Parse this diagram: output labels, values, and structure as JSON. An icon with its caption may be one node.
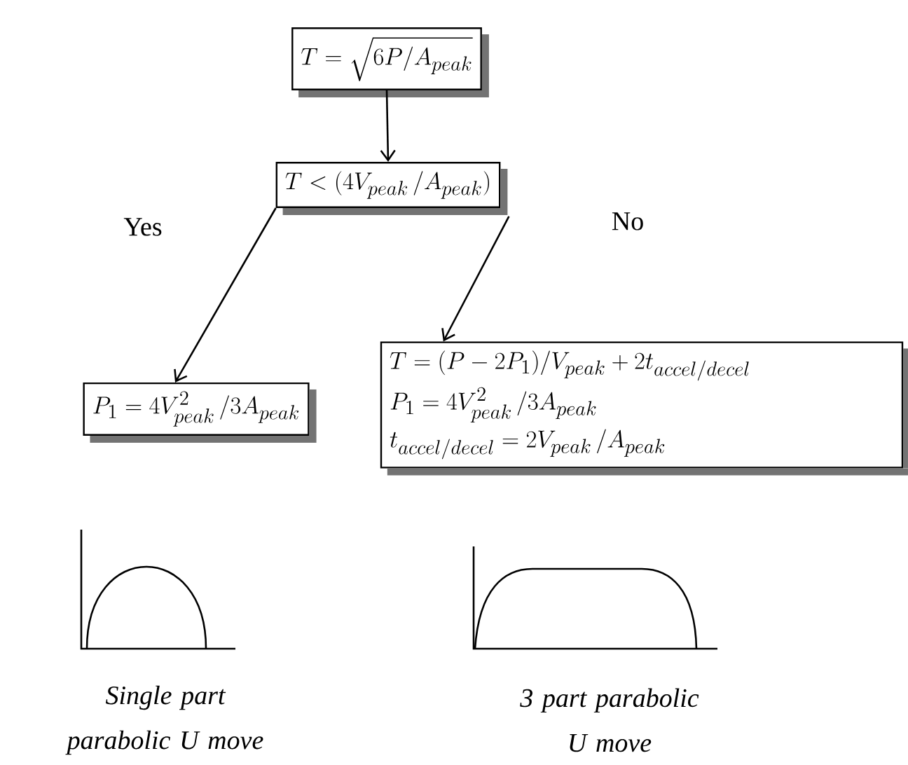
{
  "diagram": {
    "nodes": [
      {
        "text": [
          "T = \\sqrt{6P/A_{peak}}"
        ]
      },
      {
        "text": [
          "T < (4V_{peak}\\,/A_{peak})"
        ]
      },
      {
        "text": [
          "P_{1} = 4V_{peak}^{2}\\,/3A_{peak}"
        ]
      },
      {
        "text": [
          "T = (P - 2P_{1})/V_{peak} + 2t_{accel/decel}",
          "P_{1} = 4V_{peak}^{2}\\,/3A_{peak}",
          "t_{accel/decel} = 2V_{peak}\\,/A_{peak}"
        ]
      }
    ],
    "edges": [
      {
        "from": 0,
        "to": 1,
        "arrow": "to"
      },
      {
        "from": 1,
        "to": 2,
        "arrow": "to",
        "label": "Yes"
      },
      {
        "from": 1,
        "to": 3,
        "arrow": "to",
        "label": "No"
      }
    ],
    "labels": [
      "Single part parabolic U move",
      "3 part parabolic U move"
    ]
  }
}
